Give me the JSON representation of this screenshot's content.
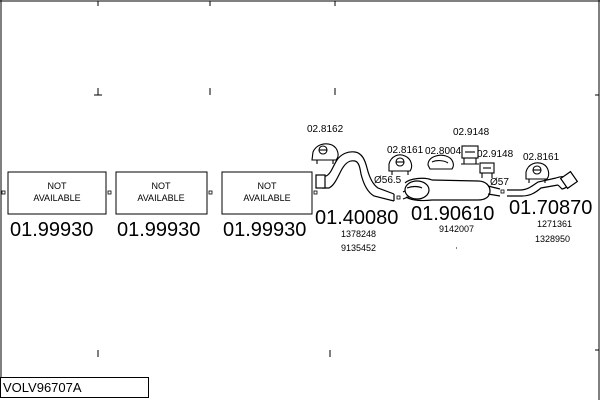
{
  "placeholders": [
    {
      "line1": "NOT",
      "line2": "AVAILABLE",
      "code": "01.99930"
    },
    {
      "line1": "NOT",
      "line2": "AVAILABLE",
      "code": "01.99930"
    },
    {
      "line1": "NOT",
      "line2": "AVAILABLE",
      "code": "01.99930"
    }
  ],
  "parts": {
    "front_pipe": {
      "code": "01.40080",
      "refs": [
        "1378248",
        "9135452"
      ]
    },
    "middle_silencer": {
      "code": "01.90610",
      "refs": [
        "9142007"
      ]
    },
    "rear_pipe": {
      "code": "01.70870",
      "refs": [
        "1271361",
        "1328950"
      ]
    }
  },
  "accessories": {
    "hanger_a": "02.8162",
    "hanger_b": "02.8161",
    "clamp_a": "02.8004",
    "clamp_b": "02.9148",
    "clamp_c": "02.9148",
    "hanger_c": "02.8161"
  },
  "diameters": {
    "d1": "Ø56.5",
    "d2": "Ø57"
  },
  "footer": {
    "model": "VOLV96707A"
  }
}
